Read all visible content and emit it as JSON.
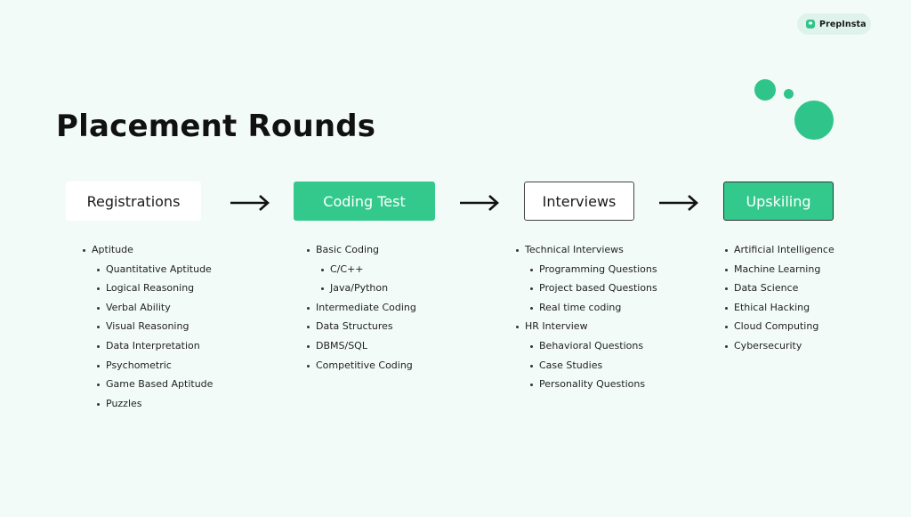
{
  "brand": {
    "name": "PrepInsta",
    "color": "#2fc58a"
  },
  "title": "Placement Rounds",
  "colors": {
    "accent": "#34c98c",
    "background": "#f3fbf9"
  },
  "stages": [
    {
      "label": "Registrations",
      "items": [
        {
          "text": "Aptitude",
          "level": 1
        },
        {
          "text": "Quantitative Aptitude",
          "level": 2
        },
        {
          "text": "Logical Reasoning",
          "level": 2
        },
        {
          "text": "Verbal Ability",
          "level": 2
        },
        {
          "text": "Visual Reasoning",
          "level": 2
        },
        {
          "text": "Data Interpretation",
          "level": 2
        },
        {
          "text": "Psychometric",
          "level": 2
        },
        {
          "text": "Game Based Aptitude",
          "level": 2
        },
        {
          "text": "Puzzles",
          "level": 2
        }
      ]
    },
    {
      "label": "Coding Test",
      "items": [
        {
          "text": "Basic Coding",
          "level": 1
        },
        {
          "text": "C/C++",
          "level": 2
        },
        {
          "text": "Java/Python",
          "level": 2
        },
        {
          "text": "Intermediate Coding",
          "level": 1
        },
        {
          "text": "Data Structures",
          "level": 1
        },
        {
          "text": "DBMS/SQL",
          "level": 1
        },
        {
          "text": "Competitive Coding",
          "level": 1
        }
      ]
    },
    {
      "label": "Interviews",
      "items": [
        {
          "text": "Technical Interviews",
          "level": 1
        },
        {
          "text": "Programming Questions",
          "level": 2
        },
        {
          "text": "Project based Questions",
          "level": 2
        },
        {
          "text": "Real time coding",
          "level": 2
        },
        {
          "text": "HR Interview",
          "level": 1
        },
        {
          "text": "Behavioral Questions",
          "level": 2
        },
        {
          "text": "Case Studies",
          "level": 2
        },
        {
          "text": "Personality Questions",
          "level": 2
        }
      ]
    },
    {
      "label": "Upskiling",
      "items": [
        {
          "text": "Artificial Intelligence",
          "level": 1
        },
        {
          "text": "Machine Learning",
          "level": 1
        },
        {
          "text": "Data Science",
          "level": 1
        },
        {
          "text": "Ethical Hacking",
          "level": 1
        },
        {
          "text": "Cloud Computing",
          "level": 1
        },
        {
          "text": "Cybersecurity",
          "level": 1
        }
      ]
    }
  ]
}
